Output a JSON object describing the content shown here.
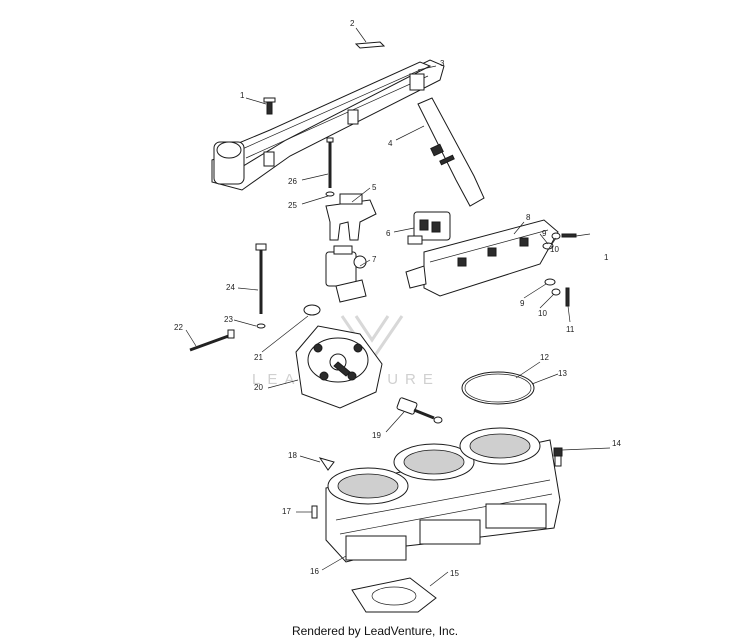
{
  "watermark": {
    "text": "LEADVENTURE"
  },
  "footer": {
    "text": "Rendered by LeadVenture, Inc."
  },
  "callouts": [
    "1",
    "2",
    "3",
    "4",
    "5",
    "6",
    "7",
    "8",
    "9",
    "10",
    "1",
    "9",
    "10",
    "11",
    "12",
    "13",
    "14",
    "15",
    "16",
    "17",
    "18",
    "19",
    "20",
    "21",
    "22",
    "23",
    "24",
    "25",
    "26"
  ]
}
